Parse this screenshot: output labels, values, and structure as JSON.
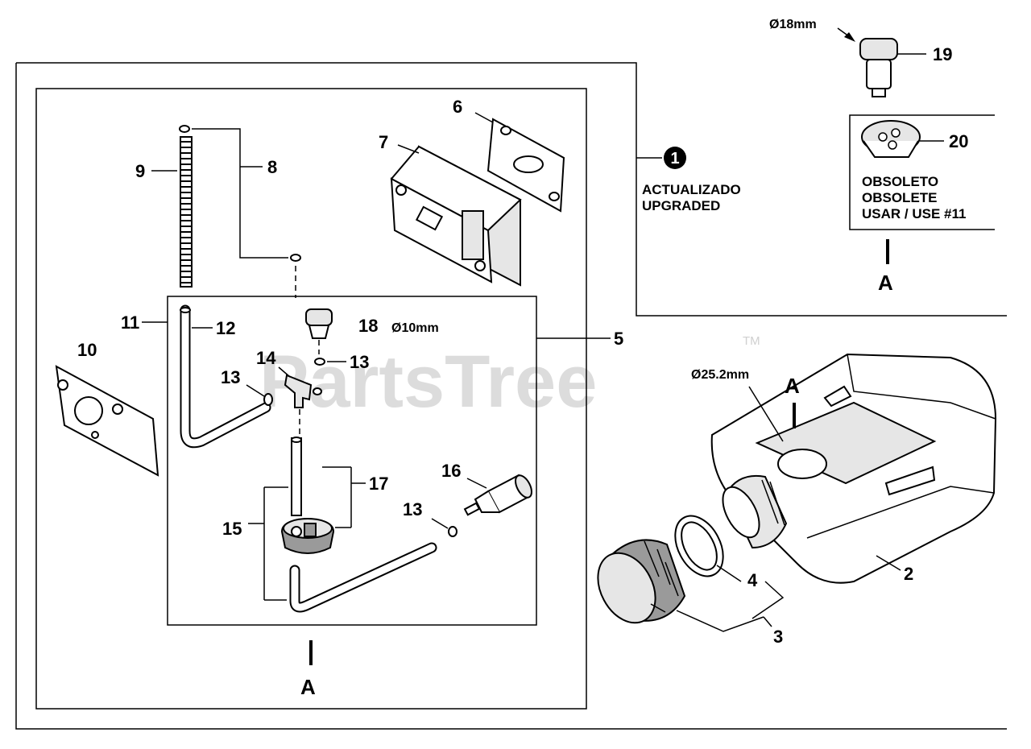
{
  "watermark": {
    "text": "PartsTree",
    "trademark": "TM"
  },
  "callouts": {
    "p2": "2",
    "p3": "3",
    "p4": "4",
    "p5": "5",
    "p6": "6",
    "p7": "7",
    "p8": "8",
    "p9": "9",
    "p10": "10",
    "p11": "11",
    "p12": "12",
    "p13a": "13",
    "p13b": "13",
    "p13c": "13",
    "p14": "14",
    "p15": "15",
    "p16": "16",
    "p17": "17",
    "p18": "18",
    "p19": "19",
    "p20": "20",
    "note1": "1"
  },
  "dimensions": {
    "d18": "Ø18mm",
    "d10": "Ø10mm",
    "d25": "Ø25.2mm"
  },
  "notes": {
    "upgraded_line1": "ACTUALIZADO",
    "upgraded_line2": "UPGRADED",
    "obsolete_line1": "OBSOLETO",
    "obsolete_line2": "OBSOLETE",
    "obsolete_line3": "USAR / USE #11"
  },
  "ref_marks": {
    "a_top": "A",
    "a_bottom": "A",
    "a_tank": "A"
  }
}
